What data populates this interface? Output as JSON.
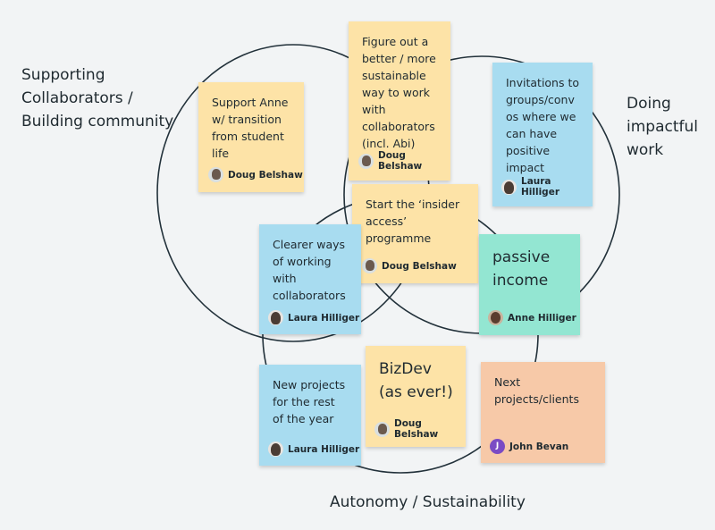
{
  "circles": {
    "left_label": "Supporting\nCollaborators /\nBuilding community",
    "right_label": "Doing\nimpactful\nwork",
    "bottom_label": "Autonomy / Sustainability"
  },
  "notes": [
    {
      "id": "support-anne",
      "text": "Support Anne\nw/ transition\nfrom student\nlife",
      "author": "Doug Belshaw",
      "avatar": "doug",
      "color": "#fde3a7"
    },
    {
      "id": "figure-out",
      "text": "Figure out a\nbetter / more\nsustainable\nway to work\nwith\ncollaborators\n(incl. Abi)",
      "author": "Doug Belshaw",
      "avatar": "doug",
      "color": "#fde3a7"
    },
    {
      "id": "invitations",
      "text": "Invitations to\ngroups/conv\nos where we\ncan have\npositive\nimpact",
      "author": "Laura Hilliger",
      "avatar": "laura",
      "color": "#a8dcf0"
    },
    {
      "id": "insider-access",
      "text": "Start the ‘insider\naccess’\nprogramme",
      "author": "Doug Belshaw",
      "avatar": "doug",
      "color": "#fde3a7"
    },
    {
      "id": "clearer-ways",
      "text": "Clearer ways\nof working\nwith\ncollaborators",
      "author": "Laura Hilliger",
      "avatar": "laura",
      "color": "#a8dcf0"
    },
    {
      "id": "passive-income",
      "text": "passive\nincome",
      "author": "Anne Hilliger",
      "avatar": "anne",
      "color": "#93e6d2"
    },
    {
      "id": "new-projects",
      "text": "New projects\nfor the rest\nof the year",
      "author": "Laura Hilliger",
      "avatar": "laura",
      "color": "#a8dcf0"
    },
    {
      "id": "bizdev",
      "text": "BizDev\n(as ever!)",
      "author": "Doug Belshaw",
      "avatar": "doug",
      "color": "#fde3a7"
    },
    {
      "id": "next-projects",
      "text": "Next\nprojects/clients",
      "author": "John Bevan",
      "avatar": "initial",
      "initial": "J",
      "color": "#f7c9a8"
    }
  ],
  "colors": {
    "background": "#f2f4f5",
    "circle_stroke": "#22313a"
  }
}
